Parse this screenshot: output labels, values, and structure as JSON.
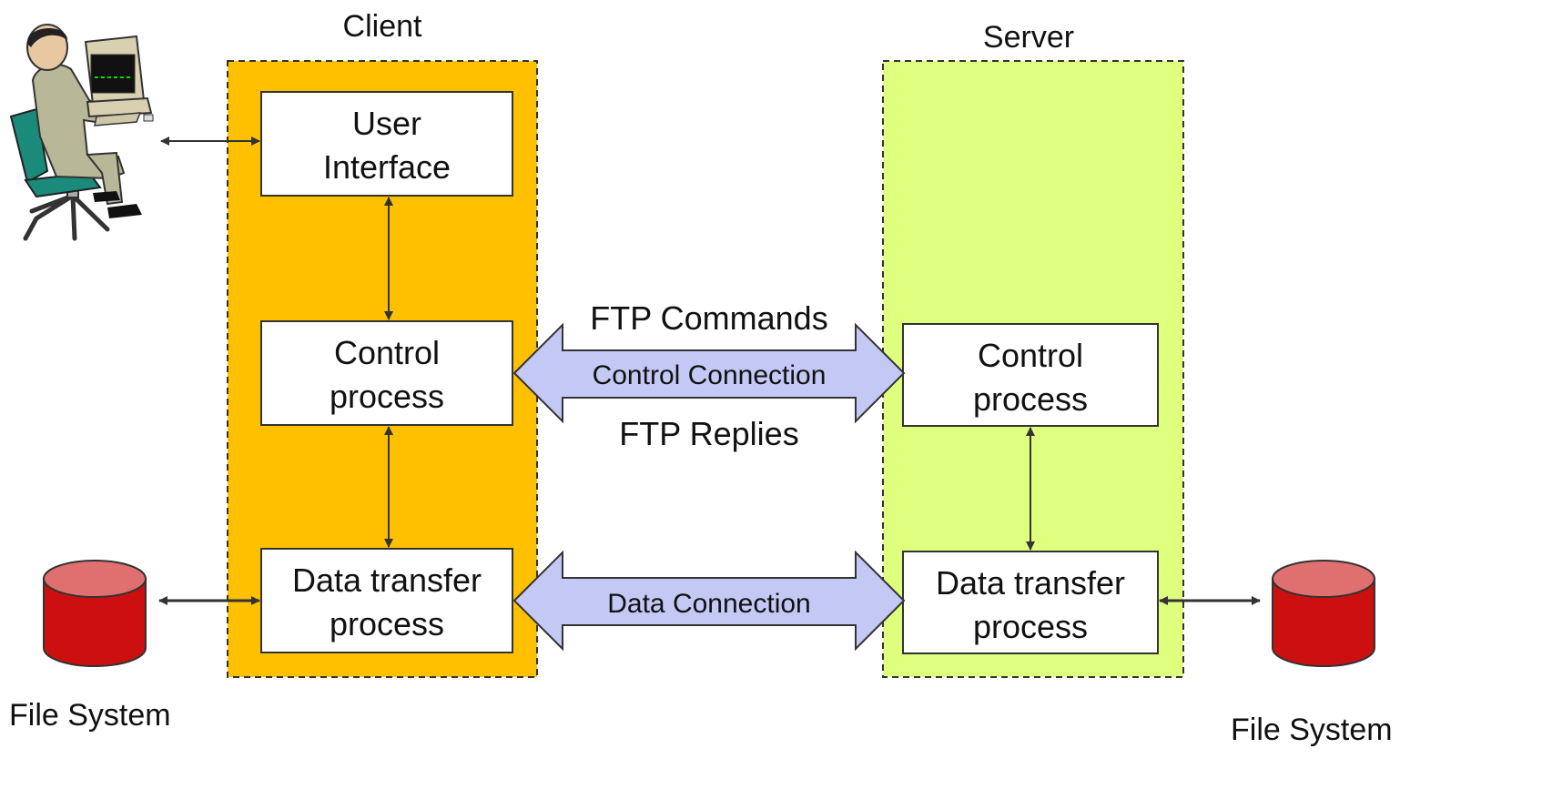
{
  "client": {
    "title": "Client",
    "user_interface": [
      "User",
      "Interface"
    ],
    "control_process": [
      "Control",
      "process"
    ],
    "data_transfer_process": [
      "Data transfer",
      "process"
    ]
  },
  "server": {
    "title": "Server",
    "control_process": [
      "Control",
      "process"
    ],
    "data_transfer_process": [
      "Data transfer",
      "process"
    ]
  },
  "connections": {
    "commands": "FTP Commands",
    "control": "Control Connection",
    "replies": "FTP Replies",
    "data": "Data Connection"
  },
  "file_system_left": "File System",
  "file_system_right": "File System",
  "colors": {
    "client_bg": "#ffc000",
    "server_bg": "#dfff7f",
    "connection_fill": "#c3c8f5",
    "database_red": "#cc1010",
    "database_top": "#e07070"
  }
}
